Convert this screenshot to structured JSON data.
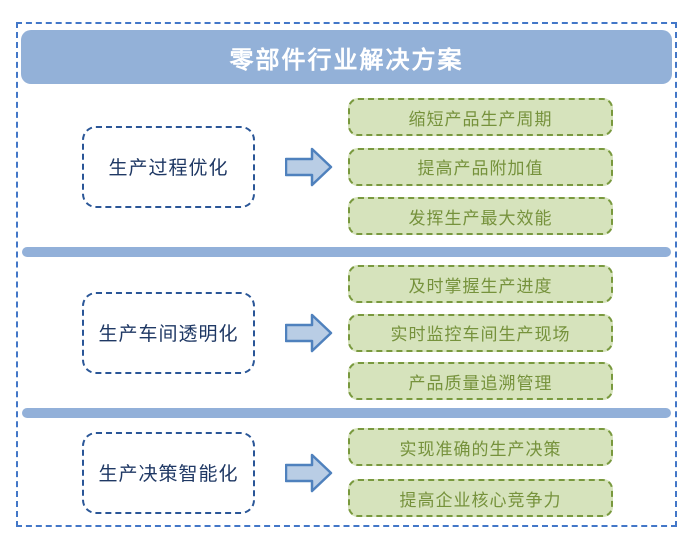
{
  "title": "零部件行业解决方案",
  "sections": [
    {
      "label": "生产过程优化",
      "items": [
        "缩短产品生产周期",
        "提高产品附加值",
        "发挥生产最大效能"
      ]
    },
    {
      "label": "生产车间透明化",
      "items": [
        "及时掌握生产进度",
        "实时监控车间生产现场",
        "产品质量追溯管理"
      ]
    },
    {
      "label": "生产决策智能化",
      "items": [
        "实现准确的生产决策",
        "提高企业核心竞争力"
      ]
    }
  ],
  "colors": {
    "title_bar": "#93B1D8",
    "divider": "#92B0D9",
    "frame_border": "#4377C8",
    "category_border": "#2A5697",
    "category_text": "#1F3864",
    "benefit_fill": "#D6E3BC",
    "benefit_border": "#79993E",
    "benefit_text": "#76923C",
    "arrow_fill": "#B9CDE5",
    "arrow_stroke": "#4F81BD"
  }
}
